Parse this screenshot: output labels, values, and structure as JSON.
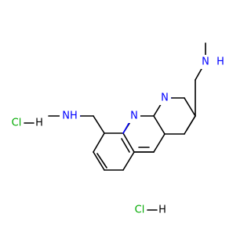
{
  "molecule": {
    "labels": {
      "ring_n_left": "N",
      "ring_n_right": "N",
      "amine_left": "NH",
      "amine_right_n": "N",
      "amine_right_h": "H",
      "hcl_1_cl": "Cl",
      "hcl_1_h": "H",
      "hcl_2_cl": "Cl",
      "hcl_2_h": "H"
    },
    "colors": {
      "carbon_bond": "#000000",
      "nitrogen": "#0000ff",
      "chlorine": "#00aa00",
      "hydrogen_on_cl": "#000000"
    }
  }
}
